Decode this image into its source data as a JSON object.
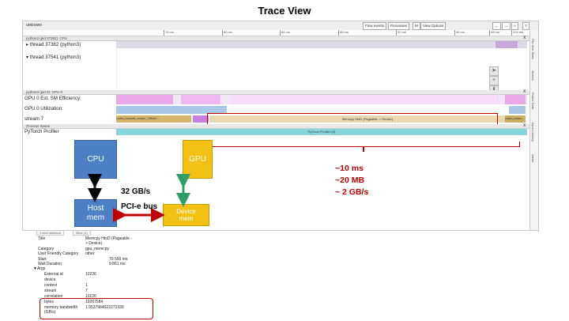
{
  "slide": {
    "title": "Trace View"
  },
  "trace": {
    "window_name": "unknown",
    "toolbar": {
      "flow_events": "Flow events",
      "processes": "Processes",
      "m": "M",
      "view_options": "View Options",
      "nav_left": "←",
      "nav_right": "→",
      "nav_dot": "»",
      "help": "?"
    },
    "ruler_ticks": [
      "76 ms",
      "80 ms",
      "84 ms",
      "88 ms",
      "92 ms",
      "96 ms",
      "98 ms",
      "104 ms"
    ],
    "cpu_section": "python3 (pid 37382): CPU",
    "thread1": "thread 37382 (python3)",
    "thread2": "thread 37541 (python3)",
    "gpu_section": "python3 (pid 0): GPU 0",
    "gpu_eff": "GPU 0 Est. SM Efficiency:",
    "gpu_util": "GPU 0 Utilization:",
    "stream": "stream 7",
    "kernel_slice": "cudnn_maxwell_scudnn_128x64...",
    "memcpy_slice": "Memcpy HtoD (Pageable -> Device)",
    "kernel_slice_right": "cudnn_maxw...",
    "process_spans": "Process Spans",
    "profiler": "PyTorch Profiler",
    "profiler_slice": "PyTorch Profiler (0)",
    "close": "X",
    "side_tabs": [
      "File Size Stats",
      "Metrics",
      "Frame Data",
      "Input Latency",
      "Alerts"
    ],
    "tools": [
      "➤",
      "+",
      "⬇",
      "↔"
    ]
  },
  "annotation": {
    "stats": [
      "~10 ms",
      "~20 MB",
      "~ 2 GB/s"
    ],
    "cpu": "CPU",
    "gpu": "GPU",
    "host_mem": [
      "Host",
      "mem"
    ],
    "device_mem": [
      "Device",
      "mem"
    ],
    "bandwidth": "32 GB/s",
    "bus": "PCI-e bus",
    "colors": {
      "red": "#c00000",
      "blue": "#4c7fc4",
      "yellow": "#f2c114",
      "green": "#2e9e6a"
    }
  },
  "details": {
    "tabs": [
      "1 item selected",
      "Slice (1)"
    ],
    "rows": [
      {
        "key": "Title",
        "val": "Memcpy HtoD (Pageable -> Device)"
      },
      {
        "key": "Category",
        "val": "gpu_memcpy"
      },
      {
        "key": "User Friendly Category",
        "val": "other"
      },
      {
        "key": "Start",
        "val": "79.550 ms"
      },
      {
        "key": "Wall Duration",
        "val": "9.861 ms"
      }
    ],
    "args_header": "▼Args",
    "args": [
      {
        "key": "External id",
        "val": "10226"
      },
      {
        "key": "device",
        "val": ""
      },
      {
        "key": "context",
        "val": "1"
      },
      {
        "key": "stream",
        "val": "7"
      },
      {
        "key": "correlation",
        "val": "10226"
      },
      {
        "key": "bytes",
        "val": "19267584"
      },
      {
        "key": "memory bandwidth",
        "val": "1.9537964022272339"
      },
      {
        "key": "(GB/s)",
        "val": ""
      }
    ]
  }
}
